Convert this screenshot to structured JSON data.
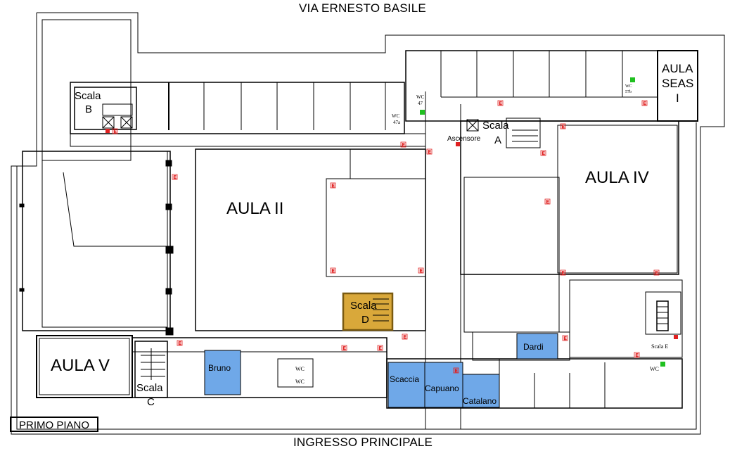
{
  "streets": {
    "top": "VIA ERNESTO BASILE",
    "bottom": "INGRESSO PRINCIPALE"
  },
  "floor": "PRIMO PIANO",
  "rooms": {
    "aula_ii": "AULA II",
    "aula_iv": "AULA IV",
    "aula_v": "AULA V",
    "aula_seas": [
      "AULA",
      "SEAS",
      "I"
    ],
    "bruno": "Bruno",
    "dardi": "Dardi",
    "scaccia": "Scaccia",
    "capuano": "Capuano",
    "catalano": "Catalano"
  },
  "stairs": {
    "a": [
      "Scala",
      "A"
    ],
    "b": [
      "Scala",
      "B"
    ],
    "c": [
      "Scala",
      "C"
    ],
    "d": [
      "Scala",
      "D"
    ],
    "e": "Scala E"
  },
  "services": {
    "ascensore": "Ascensore",
    "wc": "WC",
    "wc_47": [
      "WC",
      "47"
    ],
    "wc_47a": [
      "WC",
      "47a"
    ],
    "wc_57b": [
      "WC",
      "57b"
    ],
    "exit_marker": "E"
  },
  "colors": {
    "office_blue": "#6fa8e8",
    "stair_highlight": "#d9a83a",
    "exit_red": "#e02020",
    "extinguisher_green": "#20c020"
  }
}
